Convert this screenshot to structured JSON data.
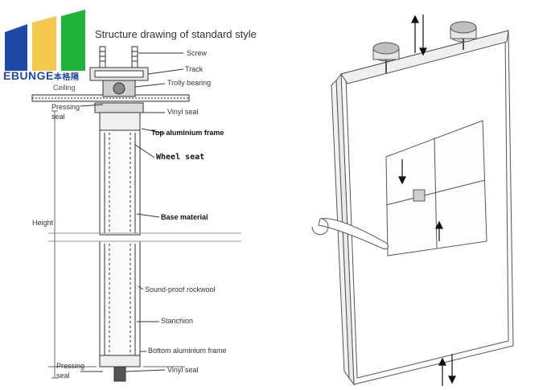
{
  "logo": {
    "brand": "EBUNGE",
    "brand_cn": "本格隔",
    "colors": [
      "#1d4aa8",
      "#f2c94c",
      "#8fd14f",
      "#1fb33a"
    ]
  },
  "left_diagram": {
    "title": "Structure drawing of standard style",
    "labels": {
      "screw": "Screw",
      "track": "Track",
      "ceiling": "Ceiling",
      "trolly_bearing": "Trolly bearing",
      "pressing_seal_top_1": "Pressing",
      "pressing_seal_top_2": "seal",
      "vinyl_seal_top": "Vinyl seal",
      "top_frame": "Top aluminium frame",
      "wheel_seat": "Wheel seat",
      "height": "Height",
      "base_material": "Base material",
      "rockwool": "Sound-proof rockwool",
      "stanchion": "Stanchion",
      "bottom_frame": "Bottom aluminium frame",
      "pressing_seal_bottom_1": "Pressing",
      "pressing_seal_bottom_2": "seal",
      "vinyl_seal_bottom": "Vinyl seal"
    }
  },
  "right_diagram": {
    "icons": [
      "up-down-arrow-icon",
      "rotate-arrow-icon",
      "wrench-handle-icon"
    ]
  }
}
